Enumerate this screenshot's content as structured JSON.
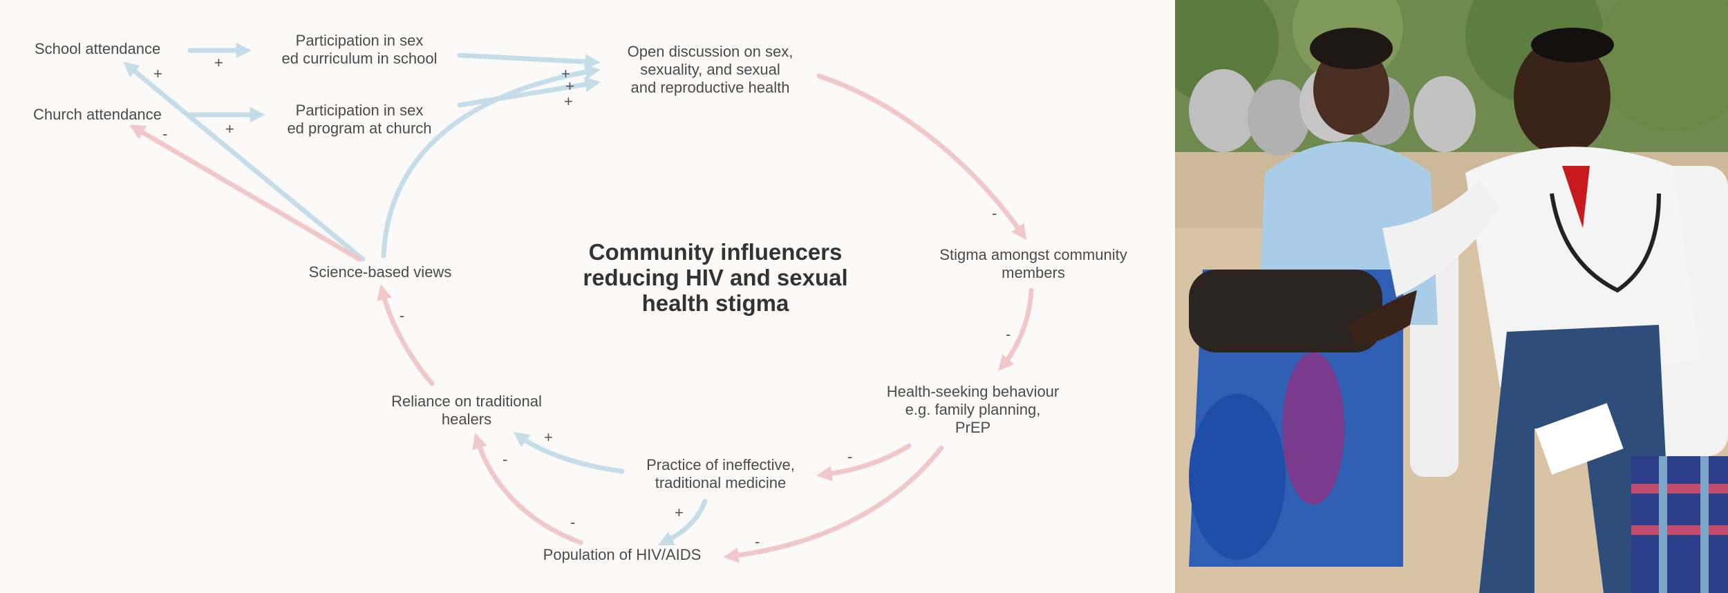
{
  "diagram": {
    "title_lines": [
      "Community influencers",
      "reducing HIV and sexual",
      "health stigma"
    ],
    "nodes": {
      "school_attendance": [
        "School attendance"
      ],
      "church_attendance": [
        "Church attendance"
      ],
      "participation_school": [
        "Participation in sex",
        "ed curriculum in school"
      ],
      "participation_church": [
        "Participation in sex",
        "ed program at church"
      ],
      "open_discussion": [
        "Open discussion on sex,",
        "sexuality, and sexual",
        "and reproductive health"
      ],
      "stigma": [
        "Stigma amongst community",
        "members"
      ],
      "health_seeking": [
        "Health-seeking behaviour",
        "e.g. family planning,",
        "PrEP"
      ],
      "science_views": [
        "Science-based views"
      ],
      "reliance_healers": [
        "Reliance on traditional",
        "healers"
      ],
      "practice_medicine": [
        "Practice of ineffective,",
        "traditional medicine"
      ],
      "population_hiv": [
        "Population of HIV/AIDS"
      ]
    },
    "signs": {
      "school_to_part": "+",
      "science_to_school": "+",
      "church_to_part": "+",
      "science_to_church": "-",
      "part_school_to_open": "+",
      "part_church_to_open": "+",
      "science_to_open": "+",
      "open_to_stigma": "-",
      "stigma_to_health": "-",
      "health_to_practice": "-",
      "health_to_population": "-",
      "practice_to_reliance": "+",
      "practice_to_population": "+",
      "population_to_reliance": "-",
      "population_label_left": "-",
      "reliance_to_science": "-"
    },
    "colors": {
      "positive_link": "#c5dde8",
      "negative_link": "#f0c8c9",
      "text": "#4a4a4a",
      "title": "#333333"
    }
  },
  "photo": {
    "description_icon": "photo-of-health-worker-greeting-community-member"
  }
}
